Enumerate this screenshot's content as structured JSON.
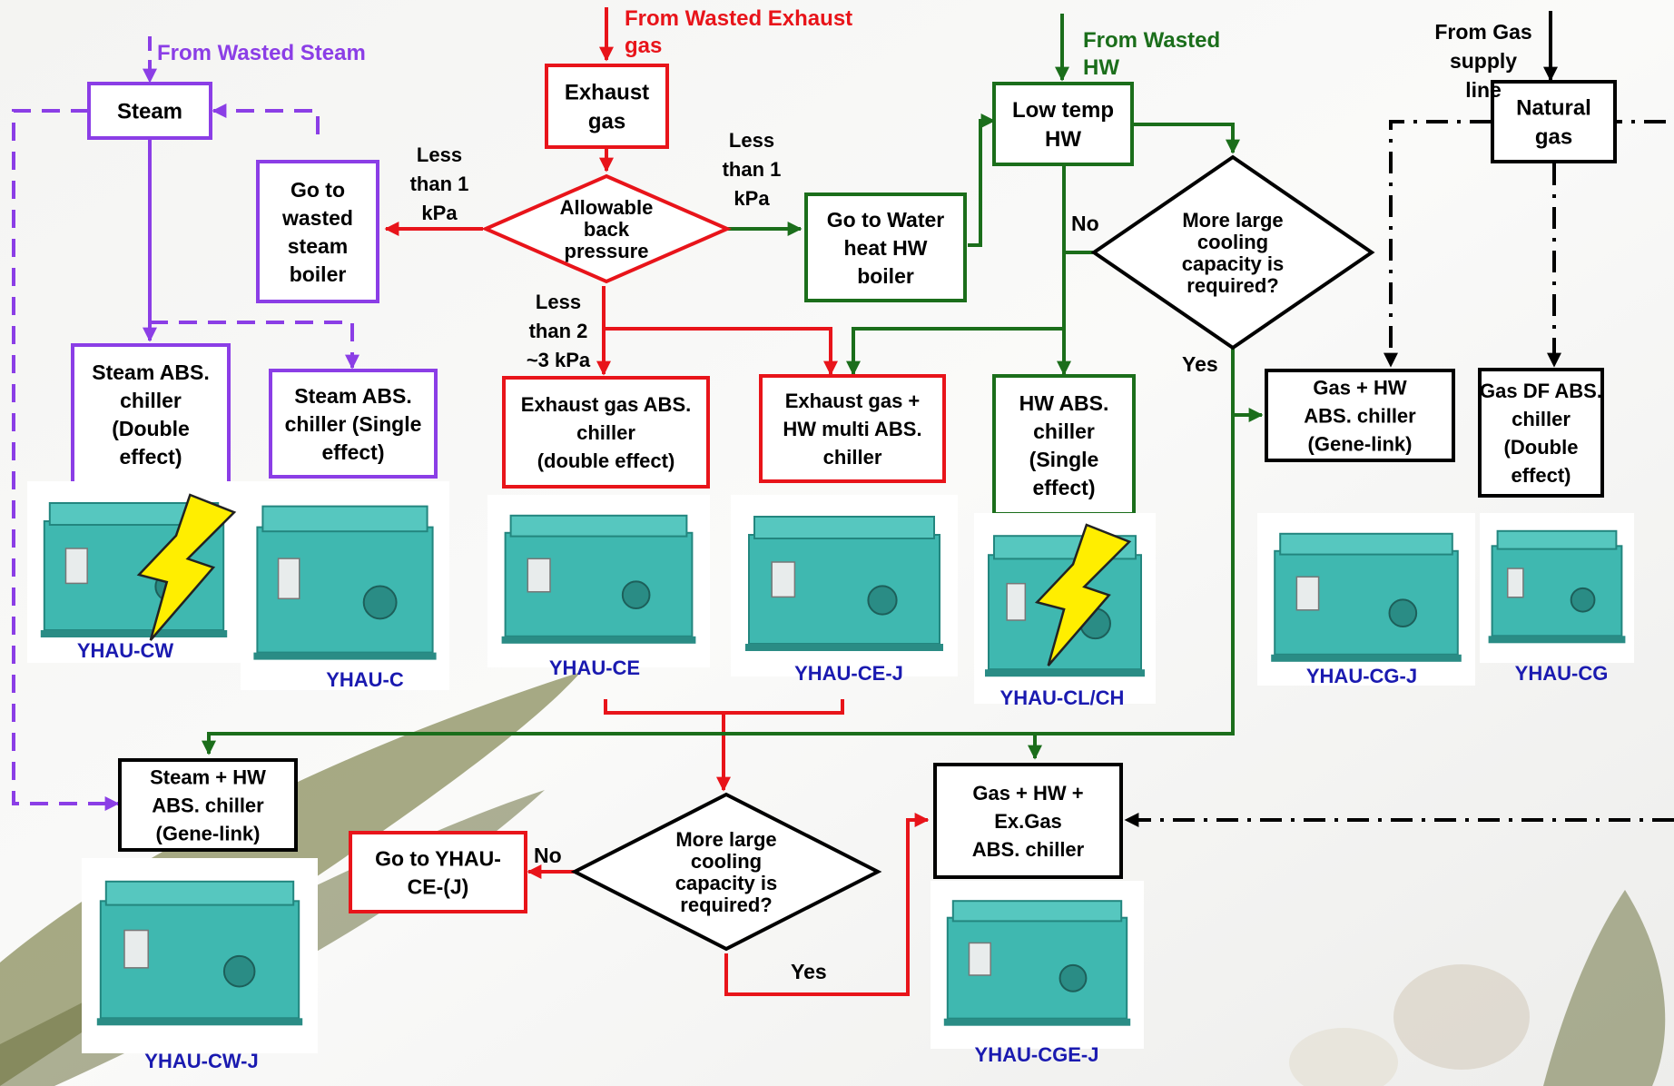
{
  "colors": {
    "steam": "#8b3ee6",
    "exhaust": "#e8141a",
    "hotwater": "#1b6e1b",
    "gas": "#000000",
    "model_text": "#1a1ab0",
    "chiller_body": "#3fb8b0",
    "bolt": "#ffee00"
  },
  "sources": {
    "wasted_steam": [
      "From Wasted Steam"
    ],
    "wasted_exhaust": [
      "From Wasted Exhaust",
      "gas"
    ],
    "wasted_hw": [
      "From Wasted",
      "HW"
    ],
    "gas_supply": [
      "From Gas",
      "supply",
      "line"
    ]
  },
  "boxes": {
    "steam": [
      "Steam"
    ],
    "exhaust_gas": [
      "Exhaust",
      "gas"
    ],
    "low_temp_hw": [
      "Low temp",
      "HW"
    ],
    "natural_gas": [
      "Natural",
      "gas"
    ],
    "go_steam_boiler": [
      "Go to",
      "wasted",
      "steam",
      "boiler"
    ],
    "go_water_boiler": [
      "Go to Water",
      "heat HW",
      "boiler"
    ],
    "steam_abs_double": [
      "Steam ABS.",
      "chiller",
      "(Double",
      "effect)"
    ],
    "steam_abs_single": [
      "Steam ABS.",
      "chiller (Single",
      "effect)"
    ],
    "exhaust_abs": [
      "Exhaust gas ABS.",
      "chiller",
      "(double effect)"
    ],
    "exhaust_hw_multi": [
      "Exhaust gas +",
      "HW multi ABS.",
      "chiller"
    ],
    "hw_abs_single": [
      "HW ABS.",
      "chiller",
      "(Single",
      "effect)"
    ],
    "gas_hw_genelink": [
      "Gas + HW",
      "ABS. chiller",
      "(Gene-link)"
    ],
    "gas_df_double": [
      "Gas DF ABS.",
      "chiller",
      "(Double",
      "effect)"
    ],
    "steam_hw_genelink": [
      "Steam + HW",
      "ABS. chiller",
      "(Gene-link)"
    ],
    "go_yhau_cej": [
      "Go to YHAU-",
      "CE-(J)"
    ],
    "gas_hw_exgas": [
      "Gas + HW +",
      "Ex.Gas",
      "ABS. chiller"
    ]
  },
  "decisions": {
    "allowable_back_pressure": [
      "Allowable",
      "back",
      "pressure"
    ],
    "more_cooling_hw": [
      "More large",
      "cooling",
      "capacity is",
      "required?"
    ],
    "more_cooling_exhaust": [
      "More large",
      "cooling",
      "capacity is",
      "required?"
    ]
  },
  "edge_labels": {
    "less_than_1_left": [
      "Less",
      "than 1",
      "kPa"
    ],
    "less_than_1_right": [
      "Less",
      "than 1",
      "kPa"
    ],
    "less_than_2_3": [
      "Less",
      "than 2",
      "~3 kPa"
    ],
    "no_hw": "No",
    "yes_hw": "Yes",
    "no_exhaust": "No",
    "yes_exhaust": "Yes"
  },
  "models": {
    "yhau_cw": "YHAU-CW",
    "yhau_c": "YHAU-C",
    "yhau_ce": "YHAU-CE",
    "yhau_ce_j": "YHAU-CE-J",
    "yhau_cl_ch": "YHAU-CL/CH",
    "yhau_cg_j": "YHAU-CG-J",
    "yhau_cg": "YHAU-CG",
    "yhau_cw_j": "YHAU-CW-J",
    "yhau_cge_j": "YHAU-CGE-J"
  },
  "icons": {
    "chiller": "chiller-unit-icon",
    "bolt": "lightning-bolt-icon"
  }
}
